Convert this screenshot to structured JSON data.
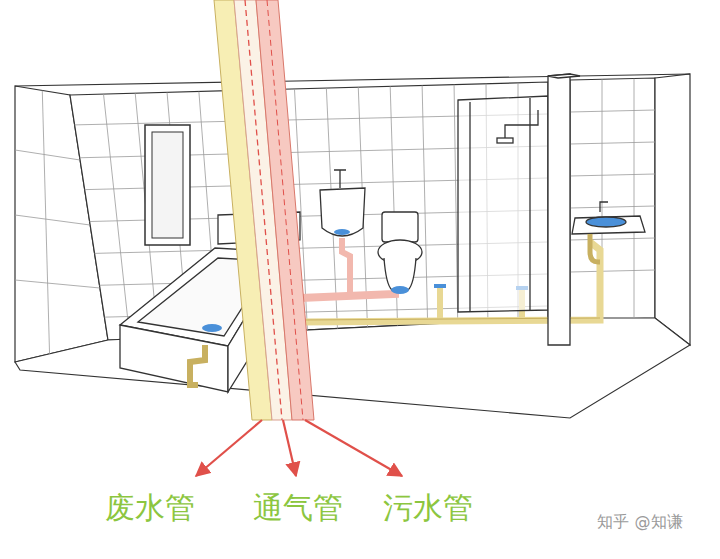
{
  "diagram": {
    "labels": [
      "废水管",
      "通气管",
      "污水管",
      "知乎 @知谦"
    ]
  }
}
